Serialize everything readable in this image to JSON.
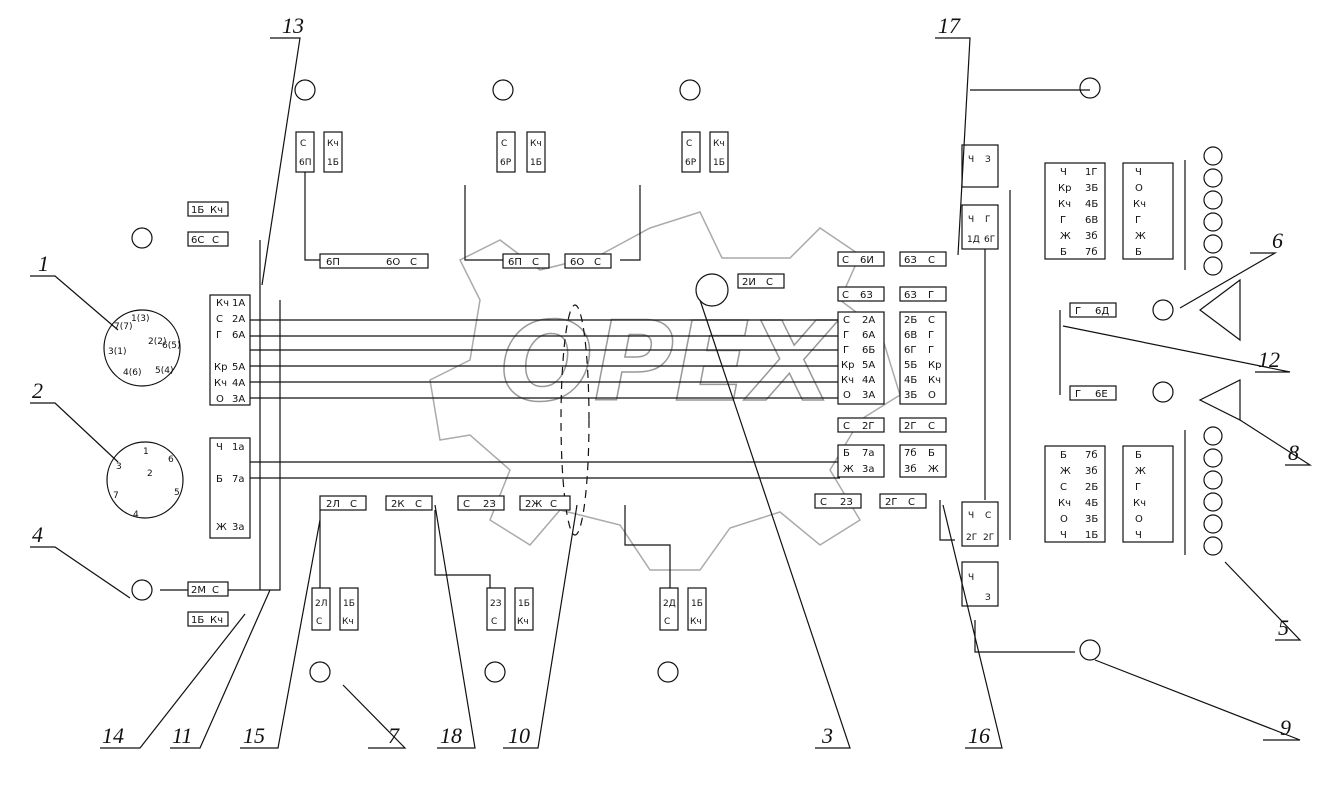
{
  "watermark": "OPEX",
  "callouts": [
    "1",
    "2",
    "3",
    "4",
    "5",
    "6",
    "7",
    "8",
    "9",
    "10",
    "11",
    "12",
    "13",
    "14",
    "15",
    "16",
    "17",
    "18"
  ],
  "connectors": [
    {
      "cells": [
        "Кч",
        "1А"
      ]
    },
    {
      "cells": [
        "С",
        "2А"
      ]
    },
    {
      "cells": [
        "Г",
        "6А"
      ]
    },
    {
      "cells": [
        "Кр",
        "5А"
      ]
    },
    {
      "cells": [
        "Кч",
        "4А"
      ]
    },
    {
      "cells": [
        "О",
        "3А"
      ]
    },
    {
      "cells": [
        "Ч",
        "1а"
      ]
    },
    {
      "cells": [
        "Б",
        "7а"
      ]
    },
    {
      "cells": [
        "Ж",
        "3а"
      ]
    },
    {
      "cells": [
        "1Б",
        "Кч"
      ]
    },
    {
      "cells": [
        "6С",
        "С"
      ]
    },
    {
      "cells": [
        "2М",
        "С"
      ]
    },
    {
      "cells": [
        "1Б",
        "Кч"
      ]
    },
    {
      "cells": [
        "6П",
        "6О",
        "С"
      ]
    },
    {
      "cells": [
        "6П",
        "С"
      ]
    },
    {
      "cells": [
        "6О",
        "С"
      ]
    },
    {
      "cells": [
        "2Л",
        "С"
      ]
    },
    {
      "cells": [
        "2К",
        "С"
      ]
    },
    {
      "cells": [
        "С",
        "2З"
      ]
    },
    {
      "cells": [
        "2Ж",
        "С"
      ]
    },
    {
      "cells": [
        "С",
        "2З"
      ]
    },
    {
      "cells": [
        "2Г",
        "С"
      ]
    },
    {
      "cells": [
        "2И",
        "С"
      ]
    },
    {
      "cells": [
        "С",
        "6И"
      ]
    },
    {
      "cells": [
        "6З",
        "С"
      ]
    },
    {
      "cells": [
        "С",
        "6З"
      ]
    },
    {
      "cells": [
        "6З",
        "Г"
      ]
    },
    {
      "cells": [
        "С",
        "2А"
      ]
    },
    {
      "cells": [
        "Г",
        "6А"
      ]
    },
    {
      "cells": [
        "Г",
        "6Б"
      ]
    },
    {
      "cells": [
        "Кр",
        "5А"
      ]
    },
    {
      "cells": [
        "Кч",
        "4А"
      ]
    },
    {
      "cells": [
        "О",
        "3А"
      ]
    },
    {
      "cells": [
        "2Б",
        "С"
      ]
    },
    {
      "cells": [
        "6В",
        "Г"
      ]
    },
    {
      "cells": [
        "6Г",
        "Г"
      ]
    },
    {
      "cells": [
        "5Б",
        "Кр"
      ]
    },
    {
      "cells": [
        "4Б",
        "Кч"
      ]
    },
    {
      "cells": [
        "3Б",
        "О"
      ]
    },
    {
      "cells": [
        "С",
        "2Г"
      ]
    },
    {
      "cells": [
        "2Г",
        "С"
      ]
    },
    {
      "cells": [
        "Б",
        "7а"
      ]
    },
    {
      "cells": [
        "Ж",
        "3а"
      ]
    },
    {
      "cells": [
        "7б",
        "Б"
      ]
    },
    {
      "cells": [
        "3б",
        "Ж"
      ]
    },
    {
      "cells": [
        "Ч",
        "1Г"
      ]
    },
    {
      "cells": [
        "Кр",
        "3Б"
      ]
    },
    {
      "cells": [
        "Кч",
        "4Б"
      ]
    },
    {
      "cells": [
        "Г",
        "6В"
      ]
    },
    {
      "cells": [
        "Ж",
        "3б"
      ]
    },
    {
      "cells": [
        "Б",
        "7б"
      ]
    },
    {
      "cells": [
        "Ч",
        "О",
        "Кч",
        "Г",
        "Ж",
        "Б"
      ]
    },
    {
      "cells": [
        "Б",
        "7б"
      ]
    },
    {
      "cells": [
        "Ж",
        "3б"
      ]
    },
    {
      "cells": [
        "С",
        "2Б"
      ]
    },
    {
      "cells": [
        "Кч",
        "4Б"
      ]
    },
    {
      "cells": [
        "О",
        "3Б"
      ]
    },
    {
      "cells": [
        "Ч",
        "1Б"
      ]
    },
    {
      "cells": [
        "Б",
        "Ж",
        "Г",
        "Кч",
        "О",
        "Ч"
      ]
    },
    {
      "cells": [
        "Г",
        "6Д"
      ]
    },
    {
      "cells": [
        "Г",
        "6Е"
      ]
    }
  ],
  "vertical_connectors": [
    {
      "cells": [
        "С",
        "6П"
      ]
    },
    {
      "cells": [
        "Кч",
        "1Б"
      ]
    },
    {
      "cells": [
        "С",
        "6Р"
      ]
    },
    {
      "cells": [
        "Кч",
        "1Б"
      ]
    },
    {
      "cells": [
        "С",
        "6Р"
      ]
    },
    {
      "cells": [
        "Кч",
        "1Б"
      ]
    },
    {
      "cells": [
        "Ч",
        "З"
      ]
    },
    {
      "cells": [
        "Ч",
        "1Д"
      ]
    },
    {
      "cells": [
        "Г",
        "6Г"
      ]
    },
    {
      "cells": [
        "Ч",
        "С"
      ]
    },
    {
      "cells": [
        "2Г",
        "2Г"
      ]
    },
    {
      "cells": [
        "Ч",
        "З"
      ]
    },
    {
      "cells": [
        "2Л",
        "С"
      ]
    },
    {
      "cells": [
        "1Б",
        "Кч"
      ]
    },
    {
      "cells": [
        "2З",
        "С"
      ]
    },
    {
      "cells": [
        "1Б",
        "Кч"
      ]
    },
    {
      "cells": [
        "2Д",
        "С"
      ]
    },
    {
      "cells": [
        "1Б",
        "Кч"
      ]
    }
  ],
  "socket_pins_1": [
    "1(3)",
    "2(2)",
    "3(1)",
    "4(6)",
    "5(4)",
    "6(5)",
    "7(7)"
  ],
  "socket_pins_2": [
    "1",
    "2",
    "3",
    "4",
    "5",
    "6",
    "7"
  ]
}
